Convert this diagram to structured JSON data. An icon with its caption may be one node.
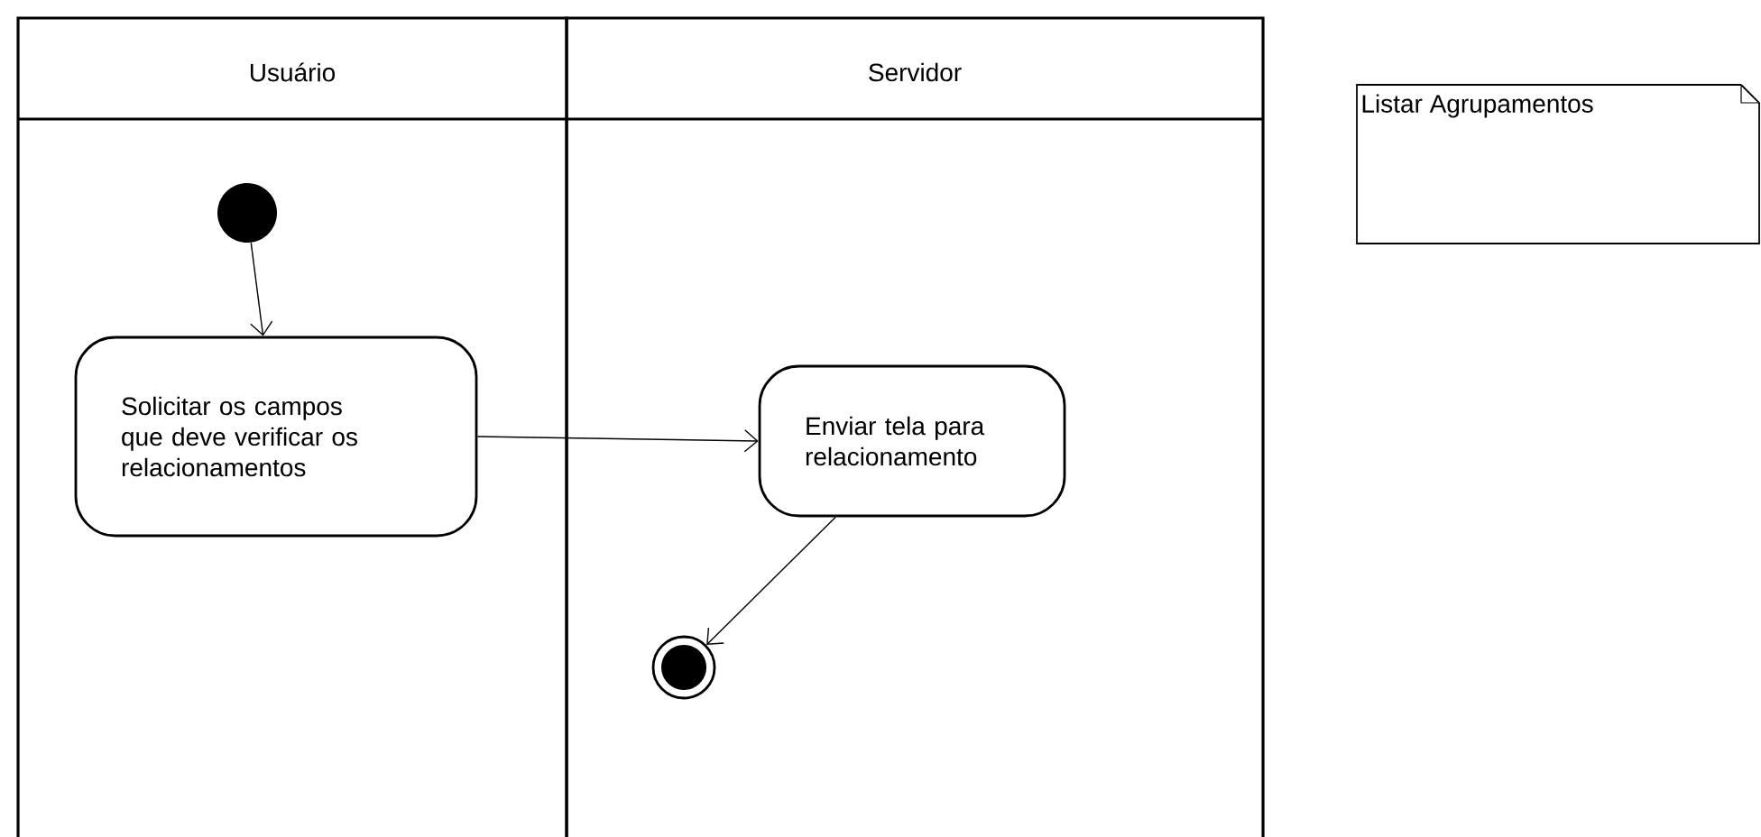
{
  "diagram": {
    "nodes": [
      {
        "text": [
          "Usuário"
        ]
      },
      {
        "text": [
          "Servidor"
        ]
      },
      {
        "text": [],
        "shape": "circle",
        "in": 0
      },
      {
        "text": [
          "Solicitar os campos que deve verificar os relacionamentos"
        ],
        "in": 0
      },
      {
        "text": [
          "Enviar tela para relacionamento"
        ],
        "in": 1
      },
      {
        "text": [],
        "shape": "circle",
        "in": 1
      },
      {
        "text": [
          "Listar Agrupamentos"
        ]
      }
    ],
    "edges": [
      {
        "from": 2,
        "to": 3,
        "arrow": "to"
      },
      {
        "from": 3,
        "to": 4,
        "arrow": "to"
      },
      {
        "from": 4,
        "to": 5,
        "arrow": "to"
      }
    ]
  }
}
